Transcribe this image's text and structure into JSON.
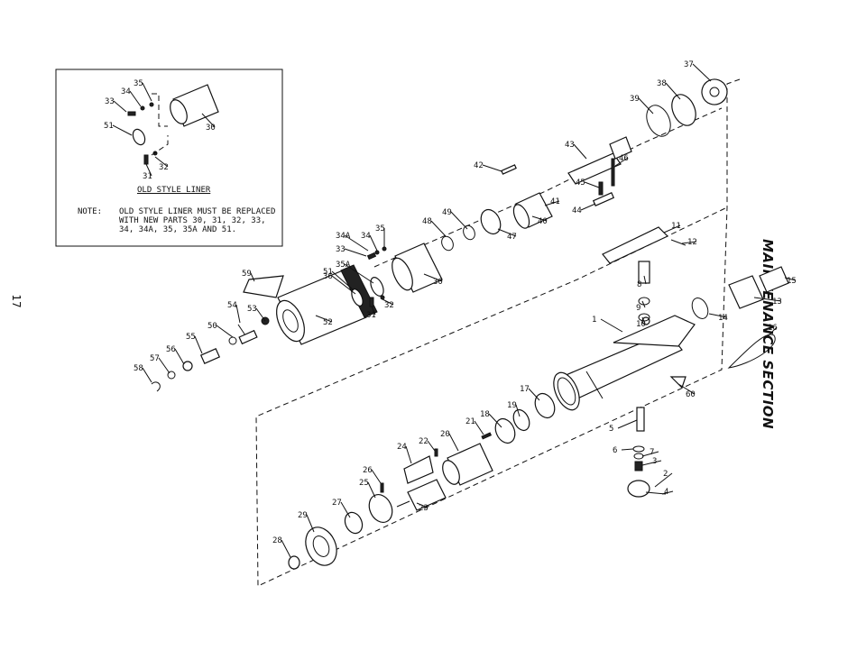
{
  "page": {
    "section_title": "MAINTENANCE SECTION",
    "page_number": "17"
  },
  "inset": {
    "caption": "OLD STYLE LINER",
    "note_label": "NOTE:",
    "note_text": "OLD STYLE LINER MUST BE REPLACED WITH NEW PARTS 30, 31, 32, 33, 34, 34A, 35, 35A AND 51."
  },
  "callouts": [
    "1",
    "2",
    "3",
    "4",
    "5",
    "6",
    "7",
    "8",
    "9",
    "10",
    "11",
    "12",
    "13",
    "14",
    "15",
    "16",
    "17",
    "18",
    "19",
    "20",
    "21",
    "22",
    "23",
    "24",
    "25",
    "26",
    "27",
    "28",
    "29",
    "30",
    "31",
    "32",
    "33",
    "34",
    "34A",
    "35",
    "35A",
    "36",
    "37",
    "38",
    "39",
    "40",
    "41",
    "42",
    "43",
    "44",
    "45",
    "46",
    "47",
    "48",
    "49",
    "50",
    "51",
    "52",
    "53",
    "54",
    "55",
    "56",
    "57",
    "58",
    "59",
    "60",
    "35",
    "34",
    "33",
    "51",
    "30",
    "31",
    "32"
  ]
}
